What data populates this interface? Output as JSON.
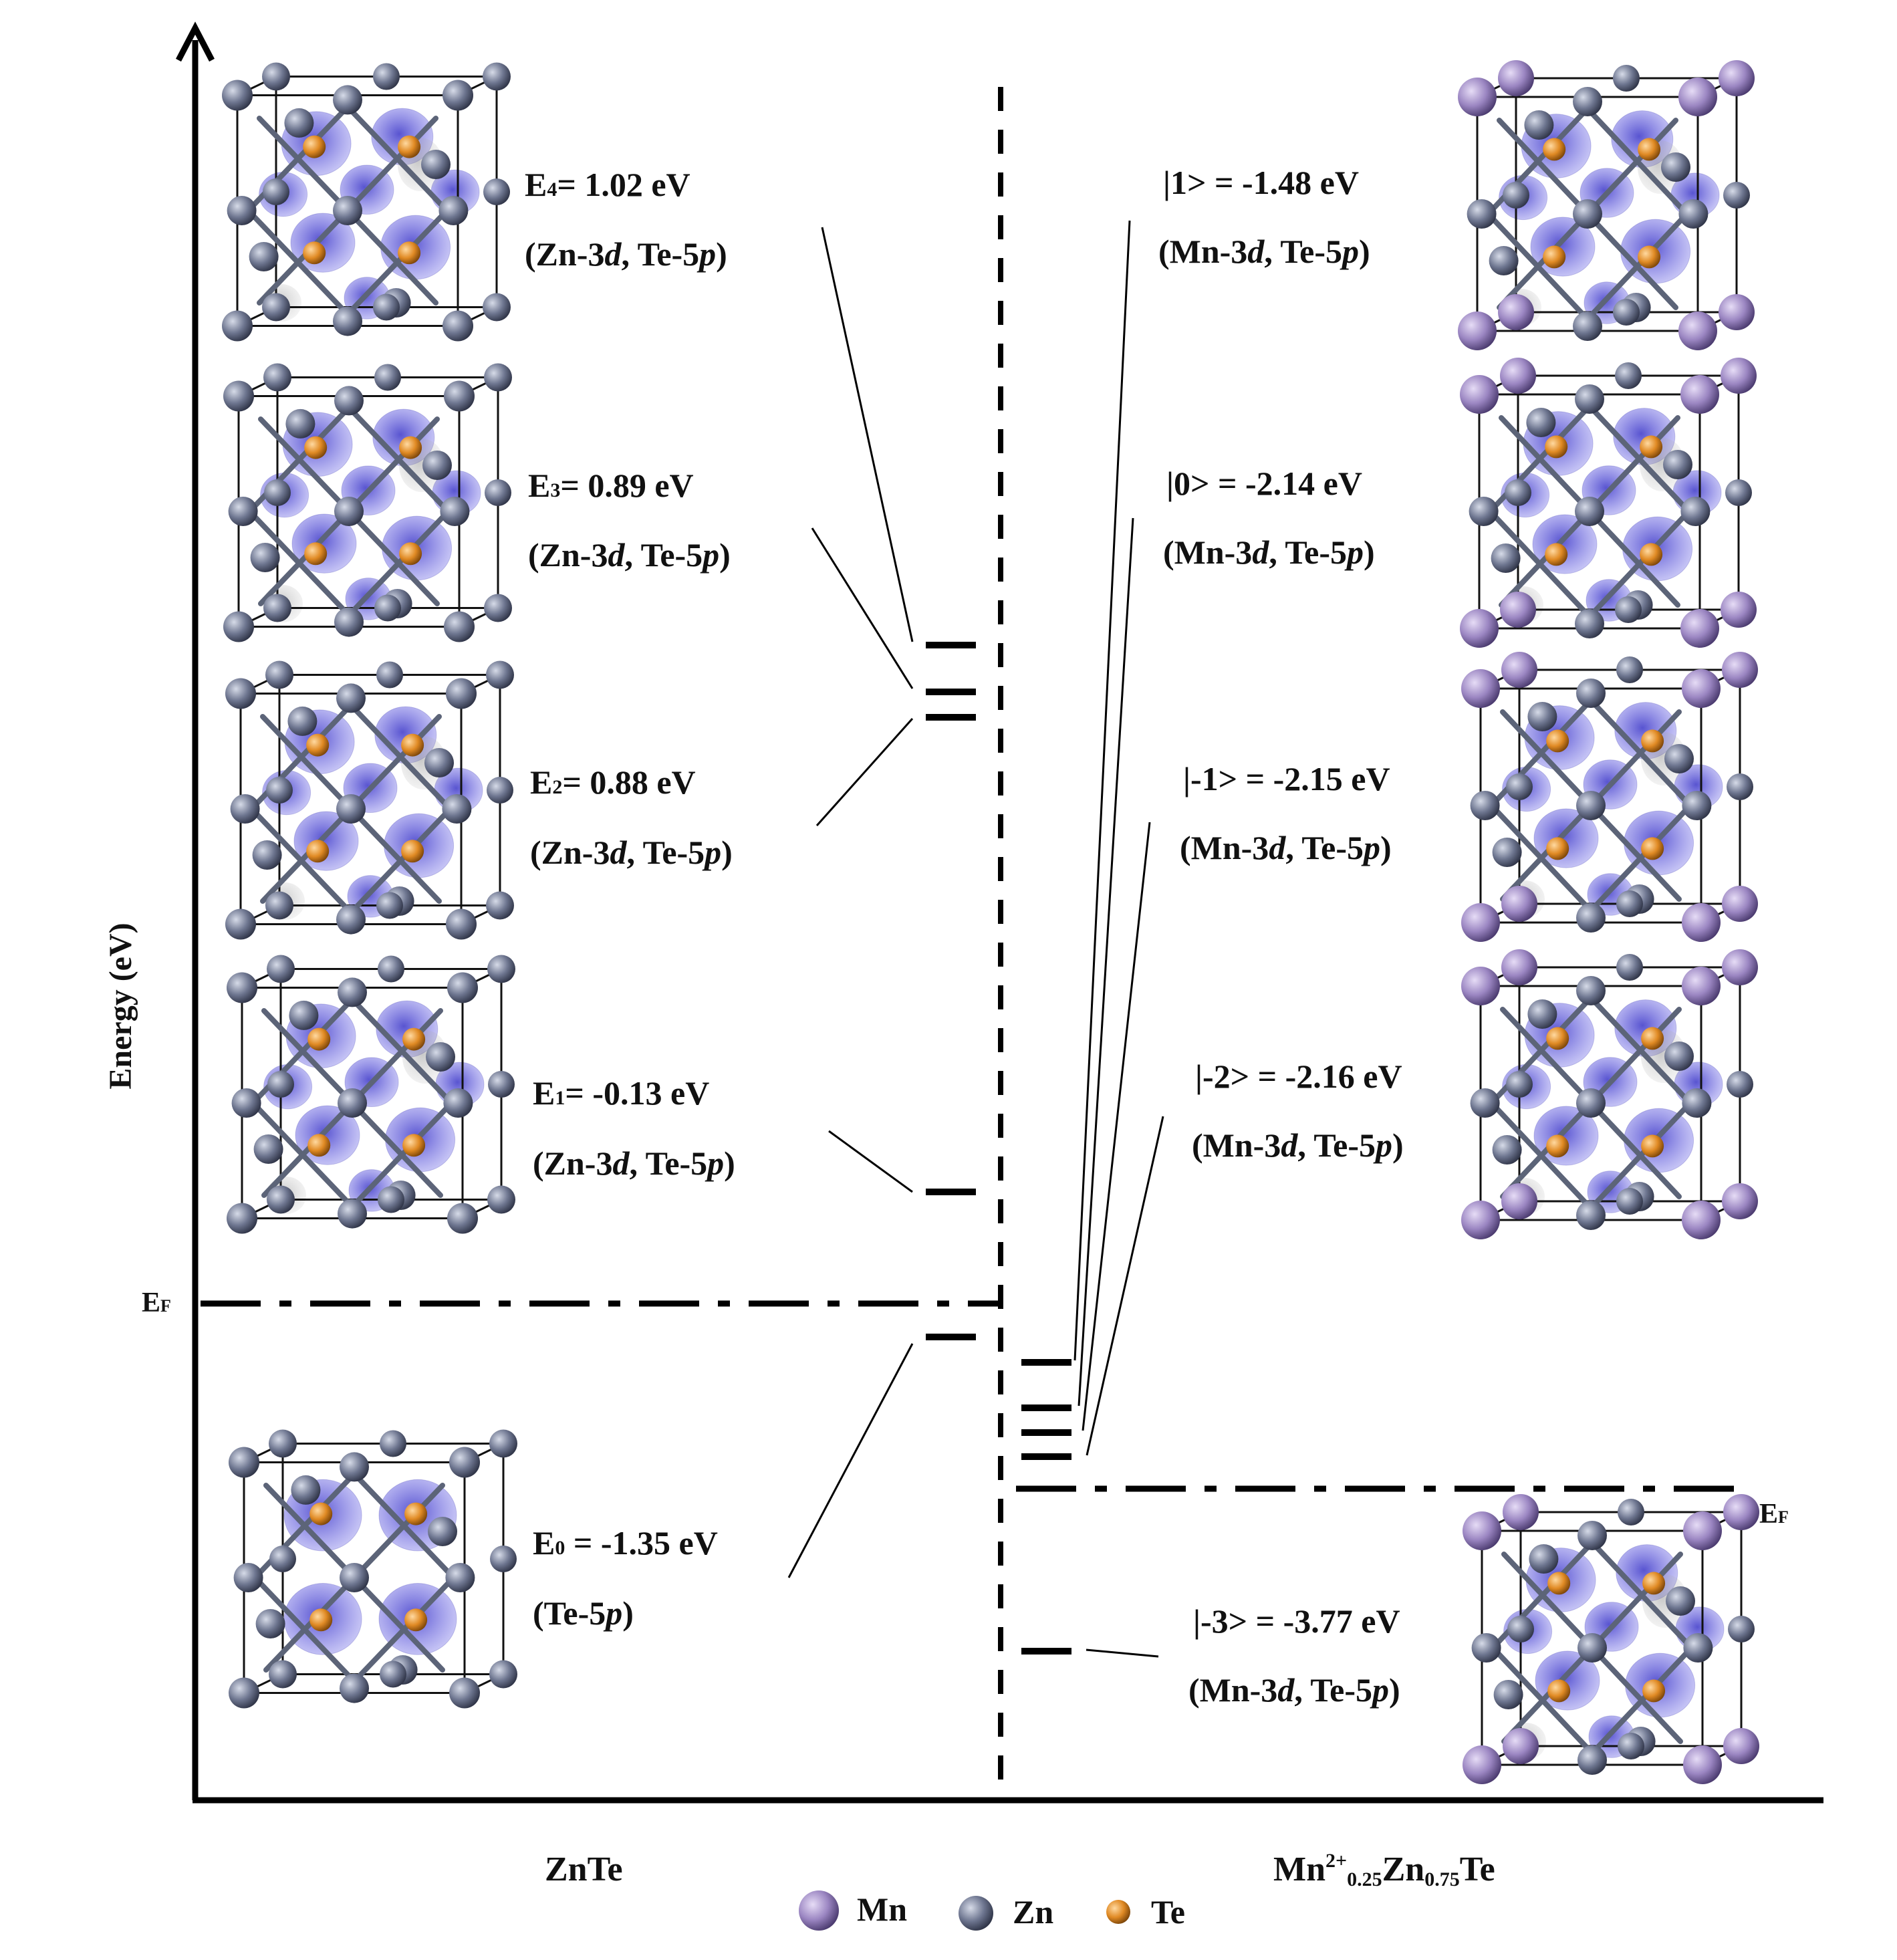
{
  "axis": {
    "y_label": "Energy (eV)",
    "fermi_label_main": "E",
    "fermi_label_sub": "F"
  },
  "columns": {
    "left": "ZnTe",
    "right": {
      "main": "Mn",
      "sup": "2+",
      "sub1": "0.25",
      "mid": "Zn",
      "sub2": "0.75",
      "end": "Te"
    }
  },
  "znte_levels": [
    {
      "sym": "E",
      "idx": "4",
      "sep": "= ",
      "energy": "1.02 eV",
      "orbital_pre": "(Zn-3",
      "orbital_d": "d",
      "orbital_mid": ", Te-5",
      "orbital_p": "p",
      "orbital_post": ")"
    },
    {
      "sym": "E",
      "idx": "3",
      "sep": "= ",
      "energy": "0.89 eV",
      "orbital_pre": "(Zn-3",
      "orbital_d": "d",
      "orbital_mid": ", Te-5",
      "orbital_p": "p",
      "orbital_post": ")"
    },
    {
      "sym": "E",
      "idx": "2",
      "sep": "= ",
      "energy": "0.88 eV",
      "orbital_pre": "(Zn-3",
      "orbital_d": "d",
      "orbital_mid": ", Te-5",
      "orbital_p": "p",
      "orbital_post": ")"
    },
    {
      "sym": "E",
      "idx": "1",
      "sep": "= ",
      "energy": "-0.13 eV",
      "orbital_pre": "(Zn-3",
      "orbital_d": "d",
      "orbital_mid": ", Te-5",
      "orbital_p": "p",
      "orbital_post": ")"
    },
    {
      "sym": "E",
      "idx": "0",
      "sep": " = ",
      "energy": "-1.35 eV",
      "orbital_pre": "(Te-5",
      "orbital_d": "",
      "orbital_mid": "",
      "orbital_p": "p",
      "orbital_post": ")"
    }
  ],
  "mn_levels": [
    {
      "state": "|1> = -1.48 eV",
      "orbital_pre": "(Mn-3",
      "orbital_d": "d",
      "orbital_mid": ", Te-5",
      "orbital_p": "p",
      "orbital_post": ")"
    },
    {
      "state": "|0> = -2.14 eV",
      "orbital_pre": "(Mn-3",
      "orbital_d": "d",
      "orbital_mid": ", Te-5",
      "orbital_p": "p",
      "orbital_post": ")"
    },
    {
      "state": "|-1> = -2.15 eV",
      "orbital_pre": "(Mn-3",
      "orbital_d": "d",
      "orbital_mid": ", Te-5",
      "orbital_p": "p",
      "orbital_post": ")"
    },
    {
      "state": "|-2> = -2.16 eV",
      "orbital_pre": "(Mn-3",
      "orbital_d": "d",
      "orbital_mid": ", Te-5",
      "orbital_p": "p",
      "orbital_post": ")"
    },
    {
      "state": "|-3> = -3.77 eV",
      "orbital_pre": "(Mn-3",
      "orbital_d": "d",
      "orbital_mid": ", Te-5",
      "orbital_p": "p",
      "orbital_post": ")"
    }
  ],
  "legend": [
    {
      "name": "Mn",
      "color": "#9b86c2"
    },
    {
      "name": "Zn",
      "color": "#6e7690"
    },
    {
      "name": "Te",
      "color": "#e08a24"
    }
  ],
  "colors": {
    "isosurface": "#5a55d8",
    "isosurface_grey": "#9a9a9a",
    "line": "#000000"
  }
}
